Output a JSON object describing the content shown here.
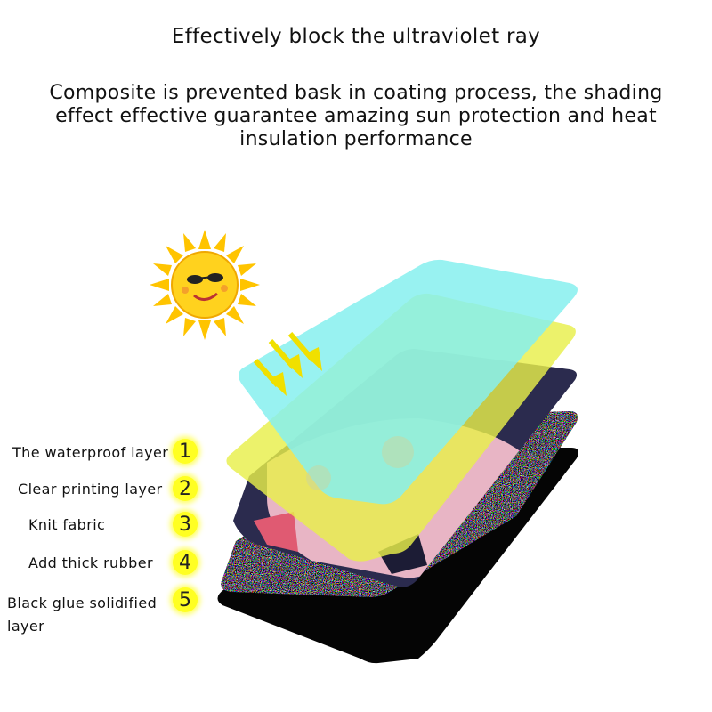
{
  "header": {
    "title": "Effectively block the ultraviolet ray",
    "description": "Composite is prevented bask in coating process, the shading effect effective guarantee amazing sun protection and heat insulation performance"
  },
  "layers": [
    {
      "number": "1",
      "label": "The waterproof layer",
      "color": "#8ff0ee"
    },
    {
      "number": "2",
      "label": "Clear printing layer",
      "color": "#e8f060"
    },
    {
      "number": "3",
      "label": "Knit fabric",
      "color": "#2b2b4e"
    },
    {
      "number": "4",
      "label": "Add thick rubber",
      "color": "#1c1c1c"
    },
    {
      "number": "5",
      "label": "Black glue solidified layer",
      "color": "#050505"
    }
  ],
  "icons": {
    "sun": "sun-icon",
    "arrows": "uv-ray-arrows-icon"
  },
  "colors": {
    "badge": "#ffff22",
    "sun": "#ffcc00",
    "print_pink": "#e8b5c5",
    "print_red": "#e05a72"
  }
}
